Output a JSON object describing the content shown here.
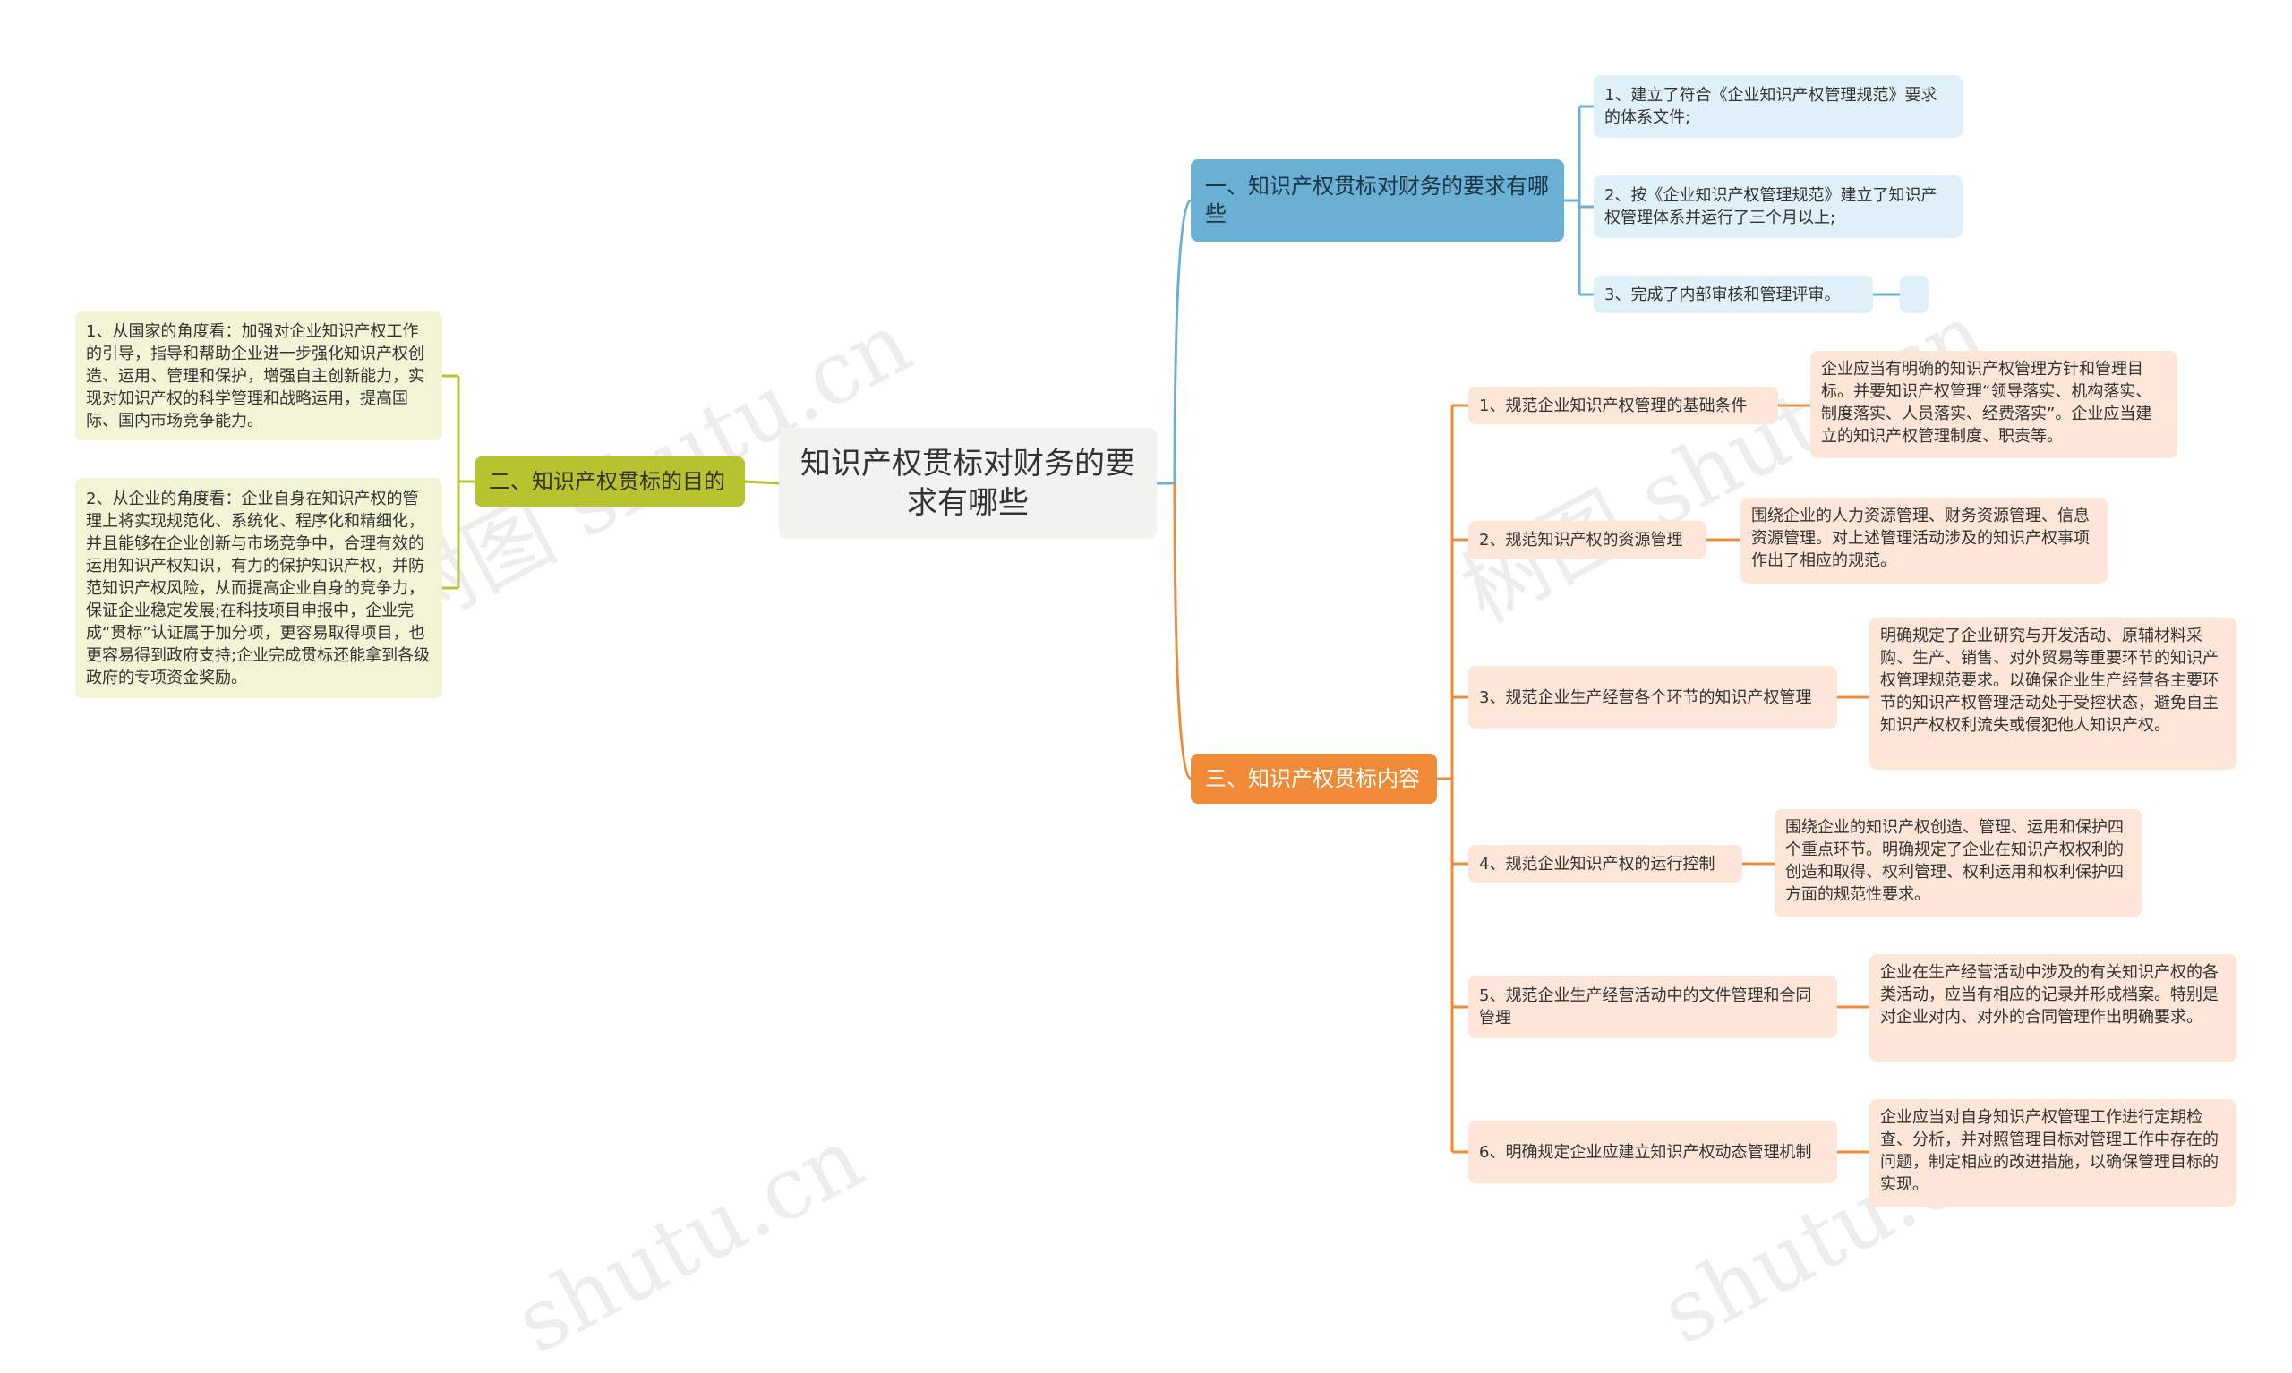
{
  "root": {
    "title": "知识产权贯标对财务的要求有哪些"
  },
  "branches": {
    "b1": {
      "label": "一、知识产权贯标对财务的要求有哪些",
      "items": [
        "1、建立了符合《企业知识产权管理规范》要求的体系文件;",
        "2、按《企业知识产权管理规范》建立了知识产权管理体系并运行了三个月以上;",
        "3、完成了内部审核和管理评审。"
      ]
    },
    "b2": {
      "label": "二、知识产权贯标的目的",
      "items": [
        "1、从国家的角度看：加强对企业知识产权工作的引导，指导和帮助企业进一步强化知识产权创造、运用、管理和保护，增强自主创新能力，实现对知识产权的科学管理和战略运用，提高国际、国内市场竞争能力。",
        "2、从企业的角度看：企业自身在知识产权的管理上将实现规范化、系统化、程序化和精细化，并且能够在企业创新与市场竞争中，合理有效的运用知识产权知识，有力的保护知识产权，并防范知识产权风险，从而提高企业自身的竞争力，保证企业稳定发展;在科技项目申报中，企业完成“贯标”认证属于加分项，更容易取得项目，也更容易得到政府支持;企业完成贯标还能拿到各级政府的专项资金奖励。"
      ]
    },
    "b3": {
      "label": "三、知识产权贯标内容",
      "items": [
        {
          "title": "1、规范企业知识产权管理的基础条件",
          "detail": "企业应当有明确的知识产权管理方针和管理目标。并要知识产权管理“领导落实、机构落实、制度落实、人员落实、经费落实”。企业应当建立的知识产权管理制度、职责等。"
        },
        {
          "title": "2、规范知识产权的资源管理",
          "detail": "围绕企业的人力资源管理、财务资源管理、信息资源管理。对上述管理活动涉及的知识产权事项作出了相应的规范。"
        },
        {
          "title": "3、规范企业生产经营各个环节的知识产权管理",
          "detail": "明确规定了企业研究与开发活动、原辅材料采购、生产、销售、对外贸易等重要环节的知识产权管理规范要求。以确保企业生产经营各主要环节的知识产权管理活动处于受控状态，避免自主知识产权权利流失或侵犯他人知识产权。"
        },
        {
          "title": "4、规范企业知识产权的运行控制",
          "detail": "围绕企业的知识产权创造、管理、运用和保护四个重点环节。明确规定了企业在知识产权权利的创造和取得、权利管理、权利运用和权利保护四方面的规范性要求。"
        },
        {
          "title": "5、规范企业生产经营活动中的文件管理和合同管理",
          "detail": "企业在生产经营活动中涉及的有关知识产权的各类活动，应当有相应的记录并形成档案。特别是对企业对内、对外的合同管理作出明确要求。"
        },
        {
          "title": "6、明确规定企业应建立知识产权动态管理机制",
          "detail": "企业应当对自身知识产权管理工作进行定期检查、分析，并对照管理目标对管理工作中存在的问题，制定相应的改进措施，以确保管理目标的实现。"
        }
      ]
    }
  },
  "watermarks": [
    "树图 shutu.cn",
    "树图 shutu.cn",
    "树图 shutu.cn",
    "shutu.cn"
  ],
  "colors": {
    "blue": "#6aafd4",
    "olive": "#b7c42f",
    "orange": "#f08a36",
    "root_bg": "#f2f2ee"
  }
}
